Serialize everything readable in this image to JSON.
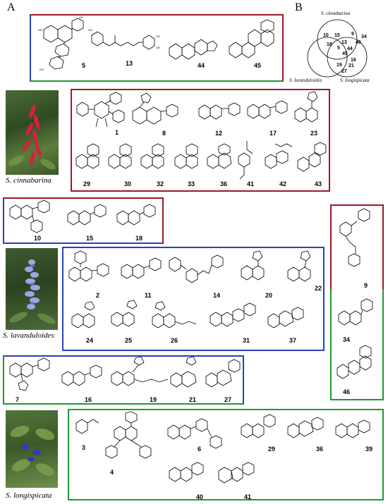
{
  "panels": {
    "a": "A",
    "b": "B"
  },
  "colors": {
    "red": "#a0162b",
    "blue": "#2a3fbf",
    "green": "#1f9a2f"
  },
  "species": {
    "cinnabarina": "S. cinnabarina",
    "lavanduloides": "S. lavanduloides",
    "longispicata": "S. longispicata"
  },
  "compounds": {
    "r1": [
      "5",
      "13",
      "44",
      "45"
    ],
    "r2": [
      "1",
      "8",
      "12",
      "17",
      "23"
    ],
    "r3": [
      "29",
      "30",
      "32",
      "33",
      "36",
      "41",
      "42",
      "43"
    ],
    "r4": [
      "10",
      "15",
      "18"
    ],
    "r5": [
      "2",
      "11",
      "14",
      "20",
      "22"
    ],
    "r6": [
      "24",
      "25",
      "26",
      "31",
      "37"
    ],
    "r7": [
      "7",
      "16",
      "19",
      "21",
      "27"
    ],
    "r8": [
      "3",
      "4",
      "6",
      "29",
      "36",
      "39"
    ],
    "r9": [
      "40",
      "41"
    ],
    "side": [
      "9",
      "34",
      "46"
    ]
  },
  "venn": {
    "label_top": "S. cinnabarina",
    "label_left": "S. lavanduloides",
    "label_right": "S. longispicata",
    "n1": "10",
    "n2": "15",
    "n3": "18",
    "n4": "9",
    "n5": "34",
    "n6": "46",
    "n7": "13",
    "n8": "5",
    "n9": "44",
    "n10": "45",
    "n11": "16",
    "n12": "19",
    "n13": "21",
    "n14": "27"
  }
}
